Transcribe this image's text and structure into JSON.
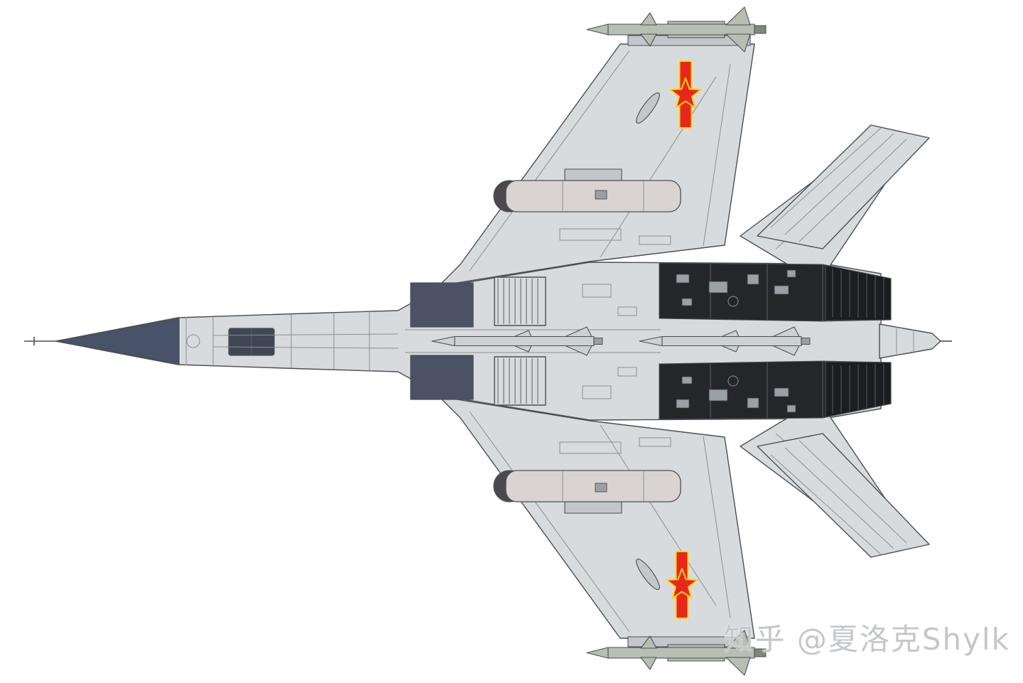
{
  "figure": {
    "type": "technical-diagram",
    "subject": "Twin-engine Flanker-type fighter aircraft, bottom (planform) view, nose pointing left",
    "background": "#ffffff"
  },
  "watermark": {
    "text": "知乎 @夏洛克Shylk"
  },
  "colors": {
    "airframe": "#d8dbdd",
    "airframe_shade": "#c3c7ca",
    "outline": "#4a4f55",
    "panel_line": "#8a8f94",
    "radome": "#48536a",
    "intake_ramp": "#4a5263",
    "gear_bay": "#3f4654",
    "nacelle": "#24262a",
    "nozzle": "#1b1d20",
    "pod_body": "#d9d4d2",
    "pod_nose": "#4c4850",
    "missile_body": "#ccd1d4",
    "wingtip_missile": "#b7beb2",
    "insignia_red": "#e8271c",
    "insignia_yellow": "#ffd21e",
    "watermark": "#c4c7ca"
  },
  "parts": {
    "components": [
      "pitot-probe",
      "radome",
      "nose-gear-bay",
      "fuselage",
      "intake-ramp",
      "intake-grille",
      "wing",
      "leading-edge-flap",
      "flaperon",
      "horizontal-stabilator",
      "vertical-fin",
      "engine-nacelle",
      "exhaust-nozzle",
      "tail-stinger",
      "underwing-pod",
      "wingtip-missile",
      "centerline-missile",
      "plaaf-roundel"
    ]
  }
}
